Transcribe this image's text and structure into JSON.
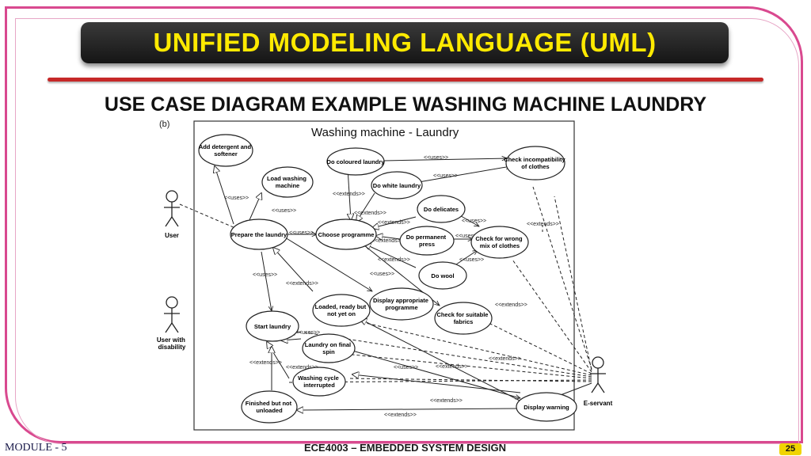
{
  "slide": {
    "title": "UNIFIED MODELING LANGUAGE (UML)",
    "subtitle": "USE CASE DIAGRAM EXAMPLE WASHING MACHINE LAUNDRY",
    "footer_left": "MODULE - 5",
    "footer_center": "ECE4003 – EMBEDDED SYSTEM DESIGN",
    "page_number": "25"
  },
  "diagram": {
    "figure_label": "(b)",
    "system_title": "Washing machine - Laundry",
    "actors": {
      "user": "User",
      "user_disability": [
        "User with",
        "disability"
      ],
      "eservant": "E-servant"
    },
    "use_cases": {
      "add_detergent": [
        "Add detergent and",
        "softener"
      ],
      "load_machine": [
        "Load washing",
        "machine"
      ],
      "prepare_laundry": [
        "Prepare the laundry"
      ],
      "coloured_laundry": [
        "Do coloured laundry"
      ],
      "white_laundry": [
        "Do white laundry"
      ],
      "choose_programme": [
        "Choose programme"
      ],
      "do_delicates": [
        "Do delicates"
      ],
      "permanent_press": [
        "Do permanent",
        "press"
      ],
      "do_wool": [
        "Do wool"
      ],
      "check_incompat": [
        "Check incompatibility",
        "of clothes"
      ],
      "check_wrong_mix": [
        "Check for wrong",
        "mix of clothes"
      ],
      "start_laundry": [
        "Start laundry"
      ],
      "loaded_not_on": [
        "Loaded, ready but",
        "not yet on"
      ],
      "display_programme": [
        "Display appropriate",
        "programme"
      ],
      "check_fabrics": [
        "Check for suitable",
        "fabrics"
      ],
      "laundry_spin": [
        "Laundry on final",
        "spin"
      ],
      "cycle_interrupted": [
        "Washing cycle",
        "interrupted"
      ],
      "finished_not_unloaded": [
        "Finished but not",
        "unloaded"
      ],
      "display_warning": [
        "Display warning"
      ]
    },
    "labels": {
      "uses": "<<uses>>",
      "extends": "<<extends>>"
    }
  }
}
